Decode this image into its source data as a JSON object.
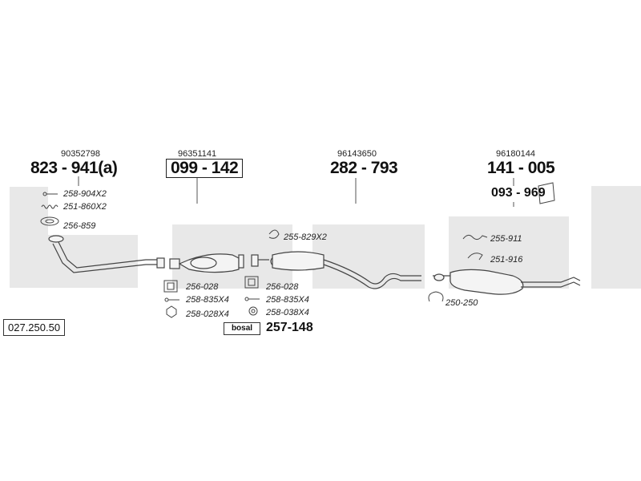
{
  "brand": {
    "watermark": "bosal",
    "badge_text": "bosal"
  },
  "reference_number": "027.250.50",
  "groups": [
    {
      "oem": "90352798",
      "part": "823 - 941(a)"
    },
    {
      "oem": "96351141",
      "part": "099 - 142"
    },
    {
      "oem": "96143650",
      "part": "282 - 793"
    },
    {
      "oem": "96180144",
      "part": "141 - 005",
      "sub_part": "093 - 969"
    }
  ],
  "accessories": {
    "a1": "258-904X2",
    "a2": "251-860X2",
    "a3": "256-859",
    "a4": "256-028",
    "a5": "258-835X4",
    "a6": "258-028X4",
    "a7": "255-829X2",
    "a8": "256-028",
    "a9": "258-835X4",
    "a10": "258-038X4",
    "a11": "255-911",
    "a12": "251-916",
    "a13": "250-250",
    "kit": "257-148"
  },
  "colors": {
    "watermark": "#e9e9e9",
    "line": "#444444",
    "pipe_fill": "#f4f4f4"
  }
}
